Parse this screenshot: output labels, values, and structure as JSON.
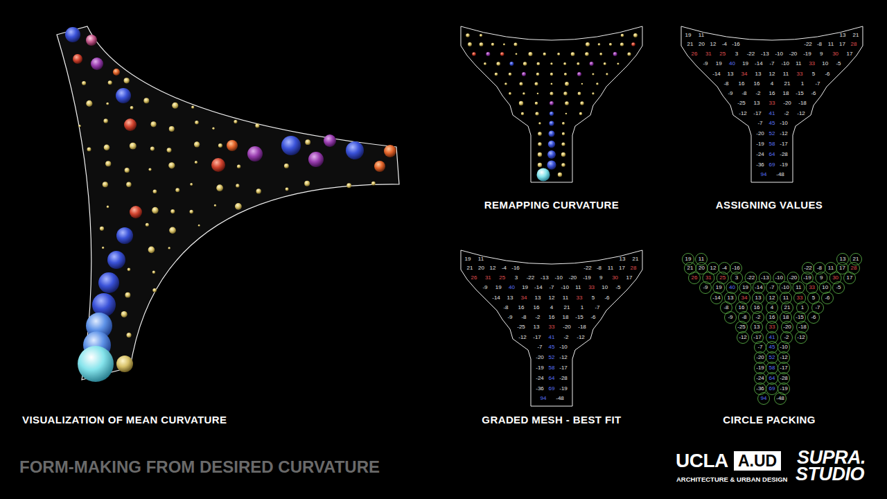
{
  "diagram": {
    "title": "FORM-MAKING FROM DESIRED CURVATURE",
    "nodes": [
      {
        "text": [
          "A.UD"
        ]
      }
    ],
    "labels": [
      "VISUALIZATION OF MEAN CURVATURE",
      "REMAPPING CURVATURE",
      "ASSIGNING VALUES",
      "GRADED MESH - BEST FIT",
      "CIRCLE PACKING",
      "19",
      "11",
      "13",
      "21",
      "21",
      "20",
      "12",
      "-4",
      "-16",
      "-22",
      "-8",
      "11",
      "17",
      "28",
      "26",
      "31",
      "25",
      "3",
      "-22",
      "-13",
      "-10",
      "-20",
      "-19",
      "9",
      "30",
      "17",
      "-9",
      "19",
      "40",
      "19",
      "-14",
      "-7",
      "-10",
      "11",
      "33",
      "10",
      "-5",
      "-14",
      "13",
      "34",
      "13",
      "12",
      "11",
      "33",
      "5",
      "-6",
      "-8",
      "16",
      "16",
      "4",
      "21",
      "1",
      "-7",
      "-9",
      "-8",
      "-2",
      "16",
      "18",
      "-15",
      "-6",
      "-25",
      "13",
      "33",
      "-20",
      "-18",
      "-12",
      "-17",
      "41",
      "-2",
      "-12",
      "-7",
      "45",
      "-10",
      "-20",
      "52",
      "-12",
      "-19",
      "58",
      "-17",
      "-24",
      "64",
      "-28",
      "-36",
      "69",
      "-19",
      "94",
      "-48",
      "19",
      "11",
      "13",
      "21",
      "21",
      "20",
      "12",
      "-4",
      "-16",
      "-22",
      "-8",
      "11",
      "17",
      "28",
      "26",
      "31",
      "25",
      "3",
      "-22",
      "-13",
      "-10",
      "-20",
      "-19",
      "9",
      "30",
      "17",
      "-9",
      "19",
      "40",
      "19",
      "-14",
      "-7",
      "-10",
      "11",
      "33",
      "10",
      "-5",
      "-14",
      "13",
      "34",
      "13",
      "12",
      "11",
      "33",
      "5",
      "-6",
      "-8",
      "16",
      "16",
      "4",
      "21",
      "1",
      "-7",
      "-9",
      "-8",
      "-2",
      "16",
      "18",
      "-15",
      "-6",
      "-25",
      "13",
      "33",
      "-20",
      "-18",
      "-12",
      "-17",
      "41",
      "-2",
      "-12",
      "-7",
      "45",
      "-10",
      "-20",
      "52",
      "-12",
      "-19",
      "58",
      "-17",
      "-24",
      "64",
      "-28",
      "-36",
      "69",
      "-19",
      "94",
      "-48",
      "19",
      "11",
      "13",
      "21",
      "21",
      "20",
      "12",
      "-4",
      "-16",
      "-22",
      "-8",
      "11",
      "17",
      "28",
      "26",
      "31",
      "25",
      "3",
      "-22",
      "-13",
      "-10",
      "-20",
      "-19",
      "9",
      "30",
      "17",
      "-9",
      "19",
      "40",
      "19",
      "-14",
      "-7",
      "-10",
      "11",
      "33",
      "10",
      "-5",
      "-14",
      "13",
      "34",
      "13",
      "12",
      "11",
      "33",
      "5",
      "-6",
      "-8",
      "16",
      "16",
      "4",
      "21",
      "1",
      "-7",
      "-9",
      "-8",
      "-2",
      "16",
      "18",
      "-15",
      "-6",
      "-25",
      "13",
      "33",
      "-20",
      "-18",
      "-12",
      "-17",
      "41",
      "-2",
      "-12",
      "-7",
      "45",
      "-10",
      "-20",
      "52",
      "-12",
      "-19",
      "58",
      "-17",
      "-24",
      "64",
      "-28",
      "-36",
      "69",
      "-19",
      "94",
      "-48",
      "UCLA",
      "ARCHITECTURE & URBAN DESIGN",
      "SUPRA.",
      "STUDIO"
    ]
  }
}
